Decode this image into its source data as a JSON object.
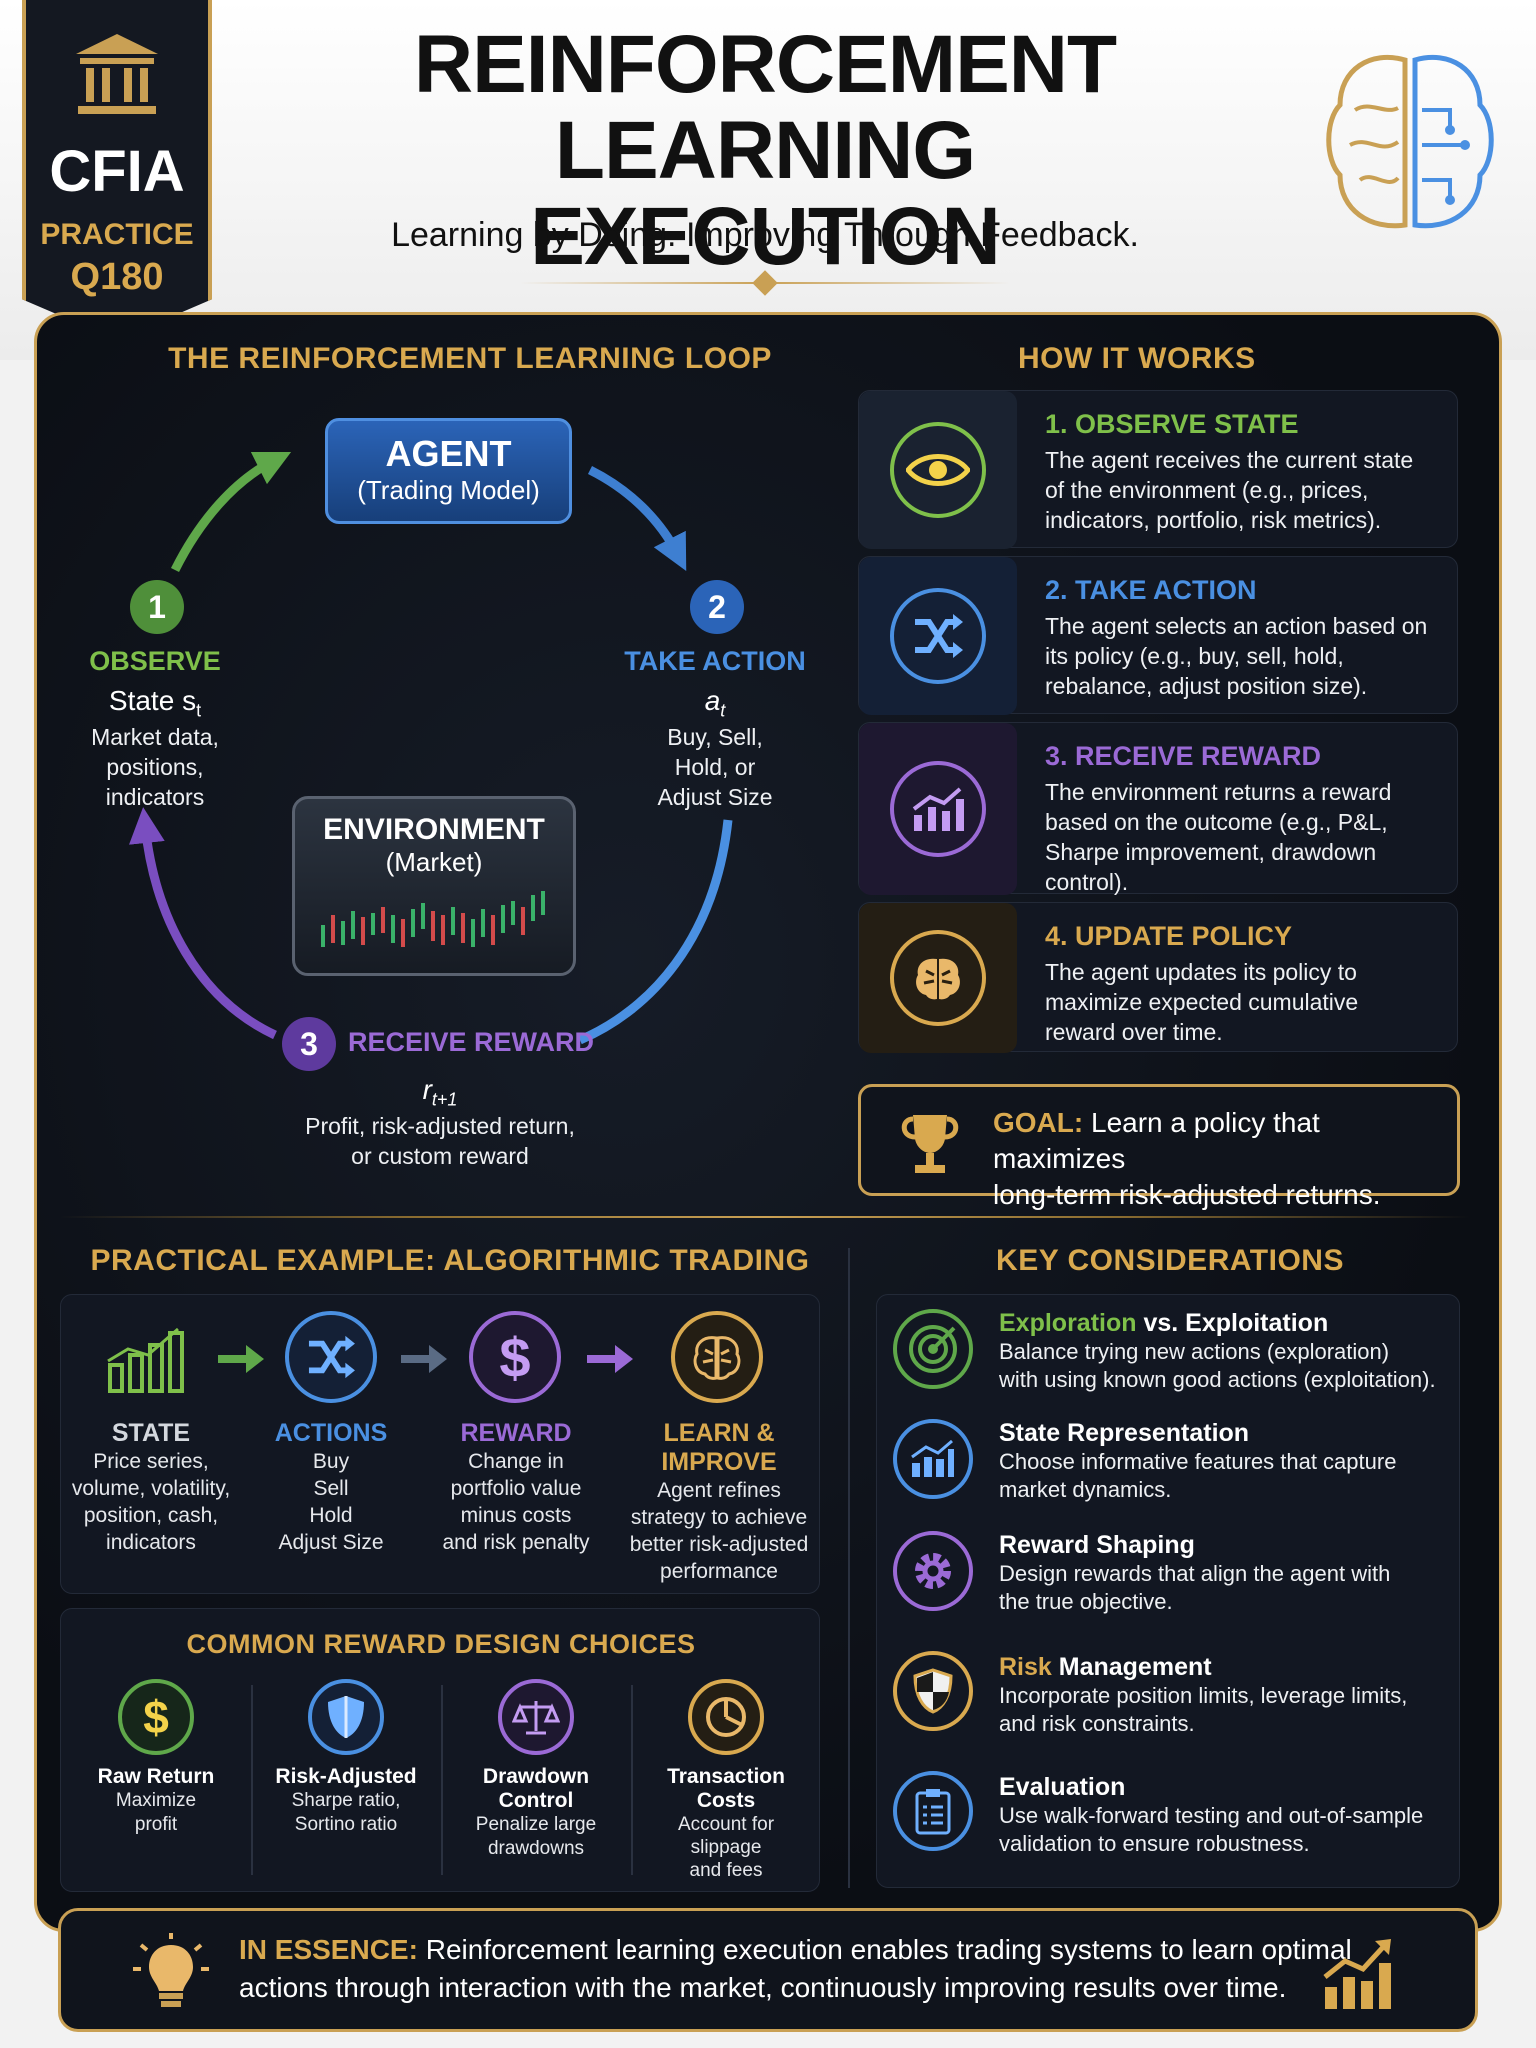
{
  "header": {
    "badge": {
      "line1": "CFIA",
      "line2": "PRACTICE",
      "line3": "Q180"
    },
    "title_line1": "REINFORCEMENT LEARNING",
    "title_line2": "EXECUTION",
    "subtitle": "Learning by Doing. Improving Through Feedback."
  },
  "loop": {
    "title": "THE REINFORCEMENT LEARNING LOOP",
    "agent": {
      "title": "AGENT",
      "subtitle": "(Trading Model)"
    },
    "environment": {
      "title": "ENVIRONMENT",
      "subtitle": "(Market)"
    },
    "observe": {
      "num": "1",
      "title": "OBSERVE",
      "line1": "State s",
      "sub": "t",
      "line2": "Market data,",
      "line3": "positions,",
      "line4": "indicators"
    },
    "action": {
      "num": "2",
      "title": "TAKE ACTION",
      "line1": "a",
      "sub": "t",
      "line2": "Buy, Sell,",
      "line3": "Hold, or",
      "line4": "Adjust Size"
    },
    "reward": {
      "num": "3",
      "title": "RECEIVE REWARD",
      "line1": "r",
      "sub": "t+1",
      "line2": "Profit, risk-adjusted return,",
      "line3": "or custom reward"
    }
  },
  "how": {
    "title": "HOW IT WORKS",
    "steps": [
      {
        "title": "1. OBSERVE STATE",
        "body": [
          "The agent receives the current state",
          "of the environment (e.g., prices,",
          "indicators, portfolio, risk metrics)."
        ],
        "color": "#7fc04a",
        "icon": "eye-icon"
      },
      {
        "title": "2. TAKE ACTION",
        "body": [
          "The agent selects an action based on",
          "its policy (e.g., buy, sell, hold,",
          "rebalance, adjust position size)."
        ],
        "color": "#4a90e2",
        "icon": "shuffle-icon"
      },
      {
        "title": "3. RECEIVE REWARD",
        "body": [
          "The environment returns a reward",
          "based on the outcome (e.g., P&L,",
          "Sharpe improvement, drawdown",
          "control)."
        ],
        "color": "#9b6ad6",
        "icon": "chart-up-icon"
      },
      {
        "title": "4. UPDATE POLICY",
        "body": [
          "The agent updates its policy to",
          "maximize expected cumulative",
          "reward over time."
        ],
        "color": "#d9a94f",
        "icon": "brain-icon"
      }
    ],
    "goal_label": "GOAL:",
    "goal_line1": " Learn a policy that maximizes",
    "goal_line2": "long-term risk-adjusted returns."
  },
  "example": {
    "title": "PRACTICAL EXAMPLE: ALGORITHMIC TRADING",
    "items": [
      {
        "title": "STATE",
        "lines": [
          "Price series,",
          "volume, volatility,",
          "position, cash,",
          "indicators"
        ],
        "color": "#7fc04a"
      },
      {
        "title": "ACTIONS",
        "lines": [
          "Buy",
          "Sell",
          "Hold",
          "Adjust Size"
        ],
        "color": "#4a90e2"
      },
      {
        "title": "REWARD",
        "lines": [
          "Change in",
          "portfolio value",
          "minus costs",
          "and risk penalty"
        ],
        "color": "#9b6ad6"
      },
      {
        "title": "LEARN & IMPROVE",
        "lines": [
          "Agent refines",
          "strategy to achieve",
          "better risk-adjusted",
          "performance"
        ],
        "color": "#d9a94f"
      }
    ]
  },
  "rewards": {
    "title": "COMMON REWARD DESIGN CHOICES",
    "items": [
      {
        "title": [
          "Raw Return"
        ],
        "lines": [
          "Maximize",
          "profit"
        ],
        "icon": "dollar-icon"
      },
      {
        "title": [
          "Risk-Adjusted"
        ],
        "lines": [
          "Sharpe ratio,",
          "Sortino ratio"
        ],
        "icon": "shield-icon"
      },
      {
        "title": [
          "Drawdown",
          "Control"
        ],
        "lines": [
          "Penalize large",
          "drawdowns"
        ],
        "icon": "scale-icon"
      },
      {
        "title": [
          "Transaction",
          "Costs"
        ],
        "lines": [
          "Account for",
          "slippage",
          "and fees"
        ],
        "icon": "pie-icon"
      }
    ]
  },
  "considerations": {
    "title": "KEY CONSIDERATIONS",
    "items": [
      {
        "title_a": "Exploration",
        "title_b": " vs. ",
        "title_c": "Exploitation",
        "body": [
          "Balance trying new actions (exploration)",
          "with using known good actions (exploitation)."
        ],
        "icon": "target-icon"
      },
      {
        "title_a": "State Representation",
        "title_b": "",
        "title_c": "",
        "body": [
          "Choose informative features that capture",
          "market dynamics."
        ],
        "icon": "bar-chart-icon"
      },
      {
        "title_a": "Reward Shaping",
        "title_b": "",
        "title_c": "",
        "body": [
          "Design rewards that align the agent with",
          "the true objective."
        ],
        "icon": "gear-icon"
      },
      {
        "title_a": "Risk",
        "title_b": " Management",
        "title_c": "",
        "body": [
          "Incorporate position limits, leverage limits,",
          "and risk constraints."
        ],
        "icon": "shield-icon"
      },
      {
        "title_a": "Evaluation",
        "title_b": "",
        "title_c": "",
        "body": [
          "Use walk-forward testing and out-of-sample",
          "validation to ensure robustness."
        ],
        "icon": "clipboard-icon"
      }
    ]
  },
  "essence": {
    "label": "IN ESSENCE:",
    "line1": " Reinforcement learning execution enables trading systems to learn optimal",
    "line2": "actions through interaction with the market, continuously improving results over time."
  }
}
